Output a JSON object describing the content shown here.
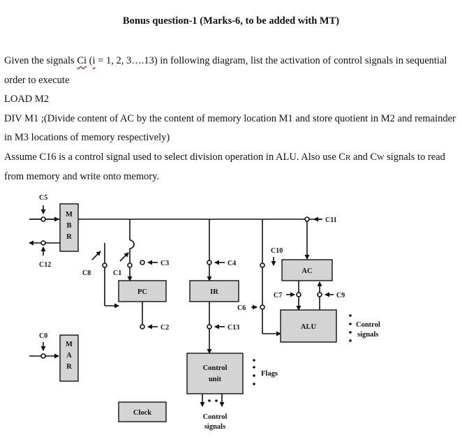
{
  "title": "Bonus question-1 (Marks-6, to be added with MT)",
  "question": {
    "line1_a": "Given the signals ",
    "line1_ci": "Ci",
    "line1_b": " (",
    "line1_i": "i",
    "line1_c": " = 1, 2, 3….13) in following diagram, list the activation of control signals in sequential order to execute",
    "line2": "LOAD M2",
    "line3": "DIV M1   ;(Divide content of AC by the  content of memory location M1 and store quotient in M2 and remainder in M3 locations of memory respectively)",
    "line4_a": "Assume C16 is a control signal used to select division operation in ALU. Also use C",
    "line4_r": "R",
    "line4_b": " and C",
    "line4_w": "W",
    "line4_c": " signals to read from memory and write onto memory."
  },
  "diagram": {
    "registers": {
      "mbr": [
        "M",
        "B",
        "R"
      ],
      "mar": [
        "M",
        "A",
        "R"
      ],
      "pc": "PC",
      "ir": "IR",
      "ac": "AC",
      "alu": "ALU",
      "control_unit": [
        "Control",
        "unit"
      ],
      "clock": "Clock"
    },
    "signals": {
      "c1": "C1",
      "c2": "C2",
      "c3": "C3",
      "c4": "C4",
      "c5": "C5",
      "c6": "C6",
      "c7": "C7",
      "c8": "C8",
      "c9": "C9",
      "c10": "C10",
      "c11": "C11",
      "c12": "C12",
      "c13": "C13",
      "c0": "C0"
    },
    "labels": {
      "flags": "Flags",
      "control_signals_right": [
        "Control",
        "signals"
      ],
      "control_signals_bottom": [
        "Control",
        "signals"
      ]
    }
  }
}
